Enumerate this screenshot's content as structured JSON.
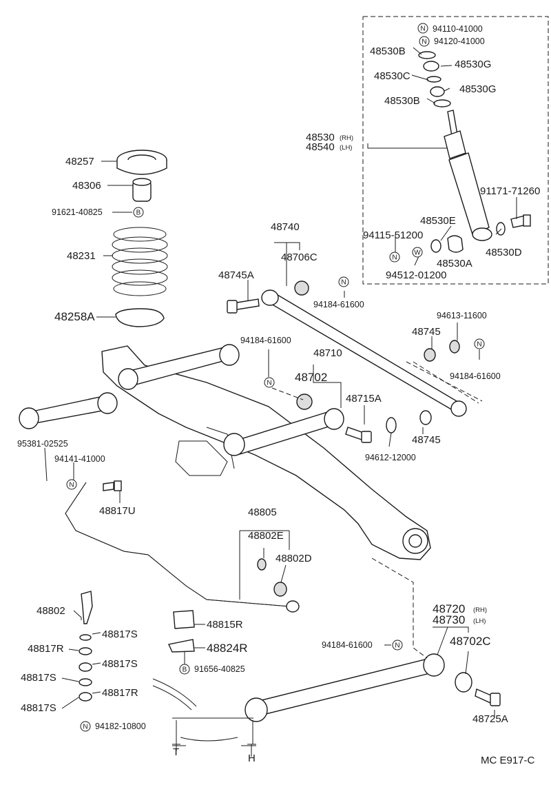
{
  "labels": {
    "p94110": "94110-41000",
    "p94120": "94120-41000",
    "p48530B_1": "48530B",
    "p48530G_1": "48530G",
    "p48530C": "48530C",
    "p48530G_2": "48530G",
    "p48530B_2": "48530B",
    "p48530": "48530",
    "p48530_rh": "(RH)",
    "p48540": "48540",
    "p48540_lh": "(LH)",
    "p91171": "91171-71260",
    "p48530E": "48530E",
    "p94115": "94115-51200",
    "p48530A": "48530A",
    "p48530D": "48530D",
    "p94512": "94512-01200",
    "p48257": "48257",
    "p48306": "48306",
    "p91621": "91621-40825",
    "p48231": "48231",
    "p48258A": "48258A",
    "p48740": "48740",
    "p48745A": "48745A",
    "p48706C": "48706C",
    "p94184_1": "94184-61600",
    "p94613": "94613-11600",
    "p48745_1": "48745",
    "p94184_2": "94184-61600",
    "p48710": "48710",
    "p48702": "48702",
    "p94184_3": "94184-61600",
    "p48715A": "48715A",
    "p94612": "94612-12000",
    "p48745_2": "48745",
    "p95381": "95381-02525",
    "p94141": "94141-41000",
    "p48817U": "48817U",
    "p48805": "48805",
    "p48802E": "48802E",
    "p48802D": "48802D",
    "p48802": "48802",
    "p48817S_1": "48817S",
    "p48817R_1": "48817R",
    "p48817S_2": "48817S",
    "p48817S_3": "48817S",
    "p48817R_2": "48817R",
    "p48817S_4": "48817S",
    "p94182": "94182-10800",
    "p48815R": "48815R",
    "p48824R": "48824R",
    "p91656": "91656-40825",
    "p48720": "48720",
    "p48720_rh": "(RH)",
    "p48730": "48730",
    "p48730_lh": "(LH)",
    "p48702C": "48702C",
    "p94184_4": "94184-61600",
    "p48725A": "48725A",
    "dimT": "T",
    "dimH": "H",
    "code": "MC  E917-C"
  },
  "circle_marks": {
    "N": "N",
    "B": "B",
    "W": "W"
  }
}
